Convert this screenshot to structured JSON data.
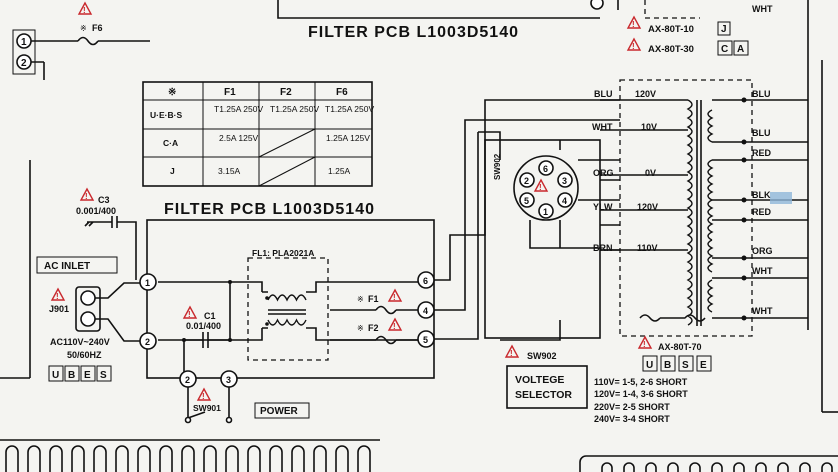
{
  "top": {
    "title": "FILTER PCB  L1003D5140",
    "variant1": "AX-80T-10",
    "variant1_code": "J",
    "variant2": "AX-80T-30",
    "variant2_codes": [
      "C",
      "A"
    ],
    "wht": "WHT",
    "fuse_label": "F6",
    "terminals": [
      "1",
      "2"
    ]
  },
  "fuse_table": {
    "corner": "※",
    "headers": [
      "F1",
      "F2",
      "F6"
    ],
    "rows": [
      {
        "region": "U·E·B·S",
        "f1": "T1.25A 250V",
        "f2": "T1.25A 250V",
        "f6": "T1.25A 250V"
      },
      {
        "region": "C·A",
        "f1": "2.5A 125V",
        "f2": "",
        "f6": "1.25A 125V"
      },
      {
        "region": "J",
        "f1": "3.15A",
        "f2": "",
        "f6": "1.25A"
      }
    ]
  },
  "filter": {
    "cap_c3": "C3",
    "cap_c3_val": "0.001/400",
    "title": "FILTER PCB  L1003D5140",
    "fl1": "FL1: PLA2021A",
    "c1": "C1",
    "c1_val": "0.01/400",
    "f1": "F1",
    "f2": "F2",
    "nodes": [
      "1",
      "2",
      "2",
      "3",
      "4",
      "5",
      "6"
    ]
  },
  "inlet": {
    "label": "AC INLET",
    "ref": "J901",
    "rating": "AC110V~240V",
    "freq": "50/60HZ",
    "codes": [
      "U",
      "B",
      "E",
      "S"
    ]
  },
  "switch": {
    "sw901": "SW901",
    "power": "POWER"
  },
  "selector": {
    "sw902": "SW902",
    "pins": [
      "6",
      "2",
      "3",
      "5",
      "4",
      "1"
    ],
    "label_line1": "VOLTEGE",
    "label_line2": "SELECTOR",
    "settings": [
      "110V= 1-5, 2-6  SHORT",
      "120V= 1-4, 3-6  SHORT",
      "220V= 2-5  SHORT",
      "240V= 3-4  SHORT"
    ]
  },
  "transformer": {
    "primary": [
      {
        "wire": "BLU",
        "tap": "120V"
      },
      {
        "wire": "WHT",
        "tap": "10V"
      },
      {
        "wire": "ORG",
        "tap": "0V"
      },
      {
        "wire": "YLW",
        "tap": "120V"
      },
      {
        "wire": "BRN",
        "tap": "110V"
      }
    ],
    "secondary": [
      "BLU",
      "BLU",
      "RED",
      "BLK",
      "RED",
      "ORG",
      "WHT",
      "WHT"
    ],
    "model": "AX-80T-70",
    "codes": [
      "U",
      "B",
      "S",
      "E"
    ]
  }
}
